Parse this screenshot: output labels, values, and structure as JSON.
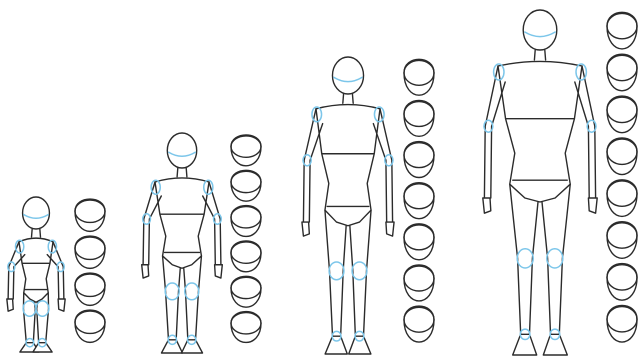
{
  "diagram": {
    "description_visible_text": "",
    "figures": [
      {
        "id": "figure-1",
        "head_units": 4
      },
      {
        "id": "figure-2",
        "head_units": 6
      },
      {
        "id": "figure-3",
        "head_units": 7
      },
      {
        "id": "figure-4",
        "head_units": 8
      }
    ],
    "colors": {
      "ink": "#2b2b2b",
      "joint": "#7cc6ea",
      "background": "#ffffff"
    }
  }
}
